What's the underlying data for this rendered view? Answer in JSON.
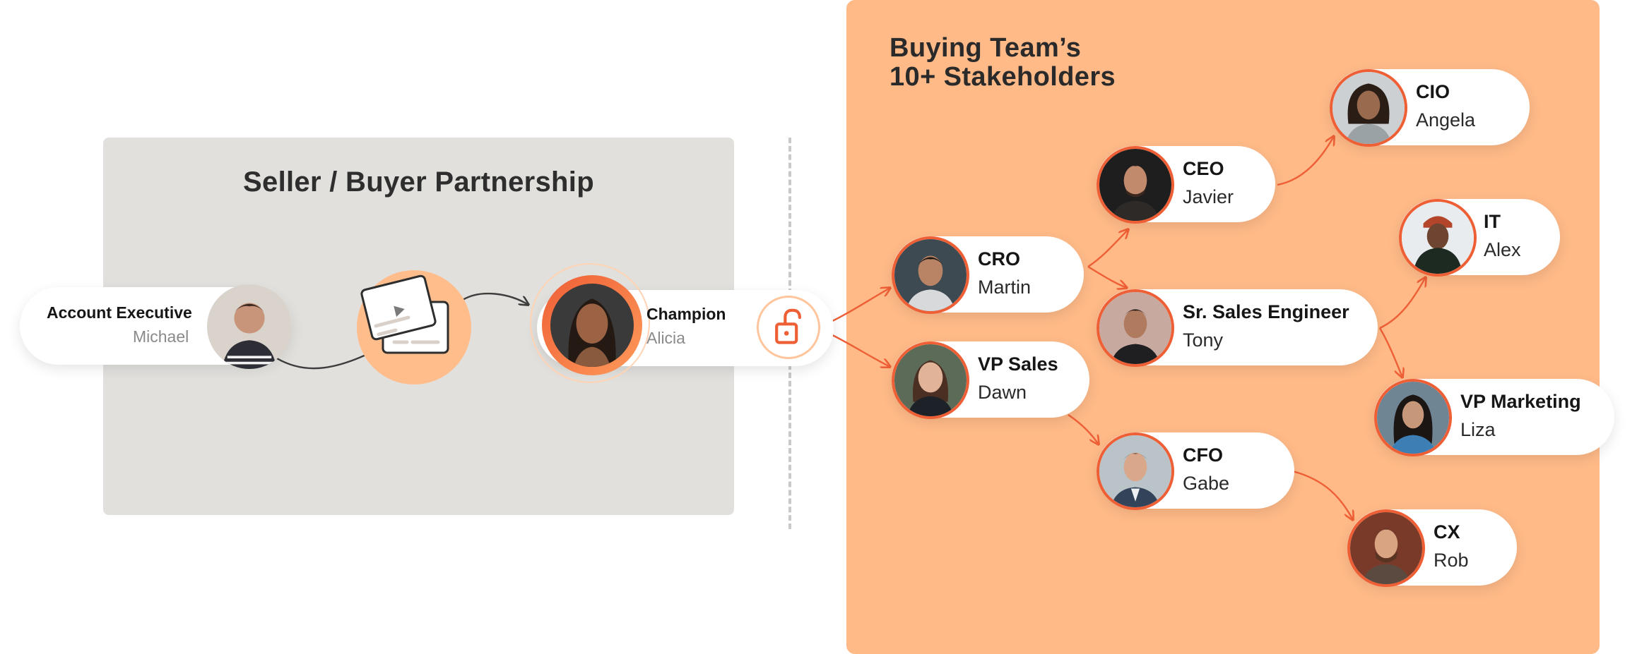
{
  "partnership": {
    "title": "Seller / Buyer Partnership",
    "account_executive": {
      "role": "Account Executive",
      "name": "Michael"
    },
    "champion": {
      "role": "Champion",
      "name": "Alicia"
    }
  },
  "buying_team": {
    "title_line1": "Buying Team’s",
    "title_line2": "10+ Stakeholders",
    "stakeholders": [
      {
        "role": "CRO",
        "name": "Martin"
      },
      {
        "role": "VP Sales",
        "name": "Dawn"
      },
      {
        "role": "CEO",
        "name": "Javier"
      },
      {
        "role": "Sr. Sales Engineer",
        "name": "Tony"
      },
      {
        "role": "CFO",
        "name": "Gabe"
      },
      {
        "role": "CIO",
        "name": "Angela"
      },
      {
        "role": "IT",
        "name": "Alex"
      },
      {
        "role": "VP Marketing",
        "name": "Liza"
      },
      {
        "role": "CX",
        "name": "Rob"
      }
    ]
  },
  "colors": {
    "accent": "#ee5f36",
    "team_panel": "#ffba88",
    "partner_panel": "#e1e0dd"
  },
  "icons": [
    "video-cards-icon",
    "unlock-icon"
  ]
}
